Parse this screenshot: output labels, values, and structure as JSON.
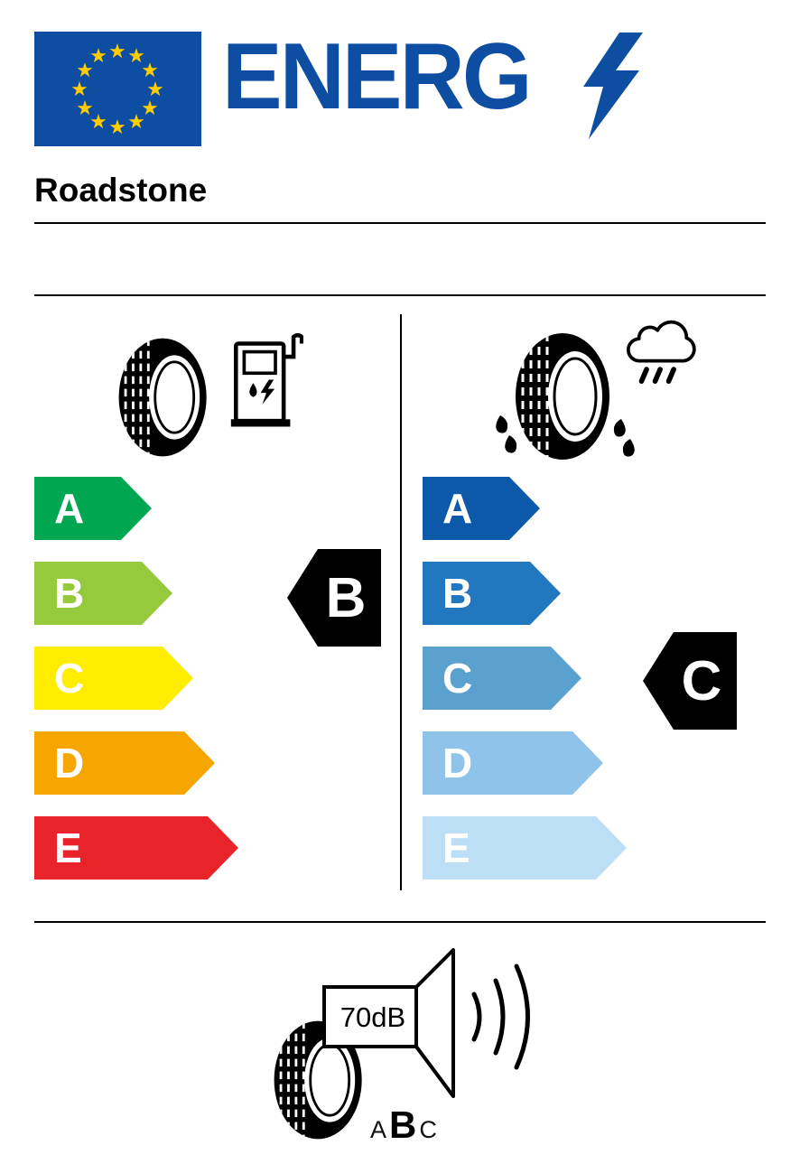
{
  "header": {
    "logo_text": "ENERG",
    "brand": "Roadstone"
  },
  "colors": {
    "eu_blue": "#0d4ea2",
    "star_yellow": "#ffcc00",
    "logo_blue": "#0d4ea2",
    "indicator_black": "#000000"
  },
  "fuel_efficiency": {
    "icon": "fuel-pump-icon",
    "rating": "B",
    "classes": [
      {
        "label": "A",
        "color": "#00a651"
      },
      {
        "label": "B",
        "color": "#97c93d"
      },
      {
        "label": "C",
        "color": "#ffed00"
      },
      {
        "label": "D",
        "color": "#f7a600"
      },
      {
        "label": "E",
        "color": "#e8232a"
      }
    ]
  },
  "wet_grip": {
    "icon": "rain-cloud-icon",
    "rating": "C",
    "classes": [
      {
        "label": "A",
        "color": "#0d59a9"
      },
      {
        "label": "B",
        "color": "#2178be"
      },
      {
        "label": "C",
        "color": "#5ba1d0"
      },
      {
        "label": "D",
        "color": "#8fc3e9"
      },
      {
        "label": "E",
        "color": "#bcdff6"
      }
    ]
  },
  "noise": {
    "value": "70dB",
    "rating": "B",
    "class_labels": [
      "A",
      "B",
      "C"
    ]
  }
}
